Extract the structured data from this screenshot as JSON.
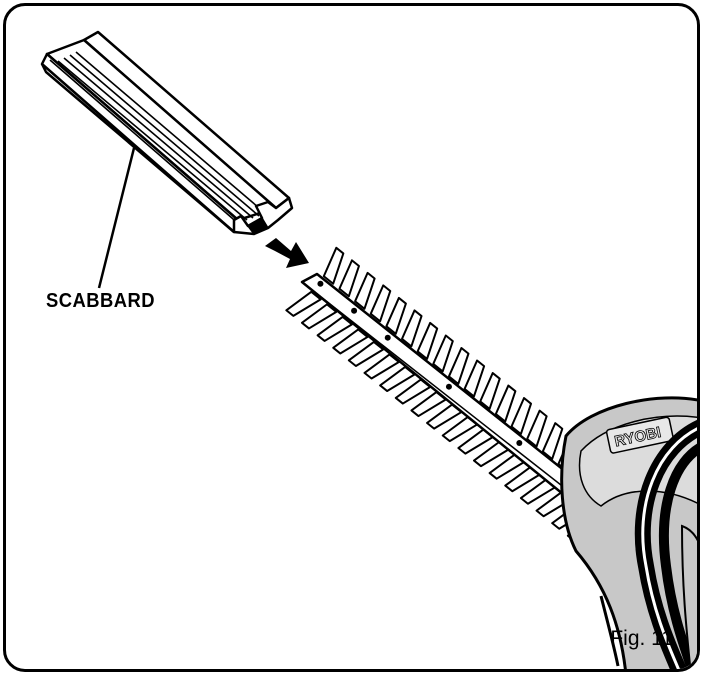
{
  "callouts": {
    "scabbard": "SCABBARD"
  },
  "figure": {
    "label": "Fig. 11"
  },
  "brand": {
    "logo_text": "RYOBI"
  },
  "colors": {
    "line": "#000000",
    "background": "#ffffff",
    "shade": "#c8c8c8",
    "blade": "#ffffff"
  }
}
